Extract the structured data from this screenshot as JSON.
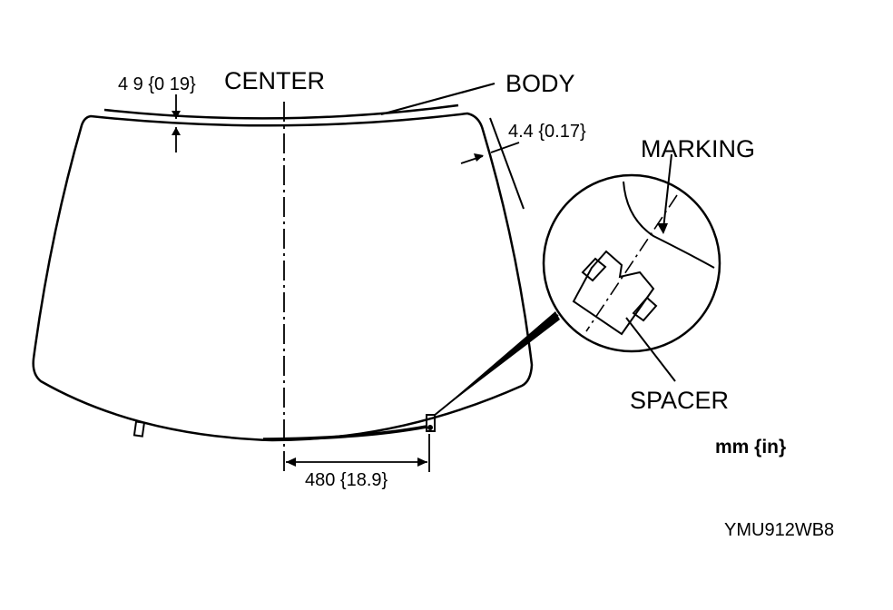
{
  "labels": {
    "top_gap": "4 9 {0 19}",
    "center": "CENTER",
    "body": "BODY",
    "side_gap": "4.4 {0.17}",
    "marking": "MARKING",
    "spacer": "SPACER",
    "spacing": "480 {18.9}",
    "units": "mm {in}",
    "figure_code": "YMU912WB8"
  }
}
